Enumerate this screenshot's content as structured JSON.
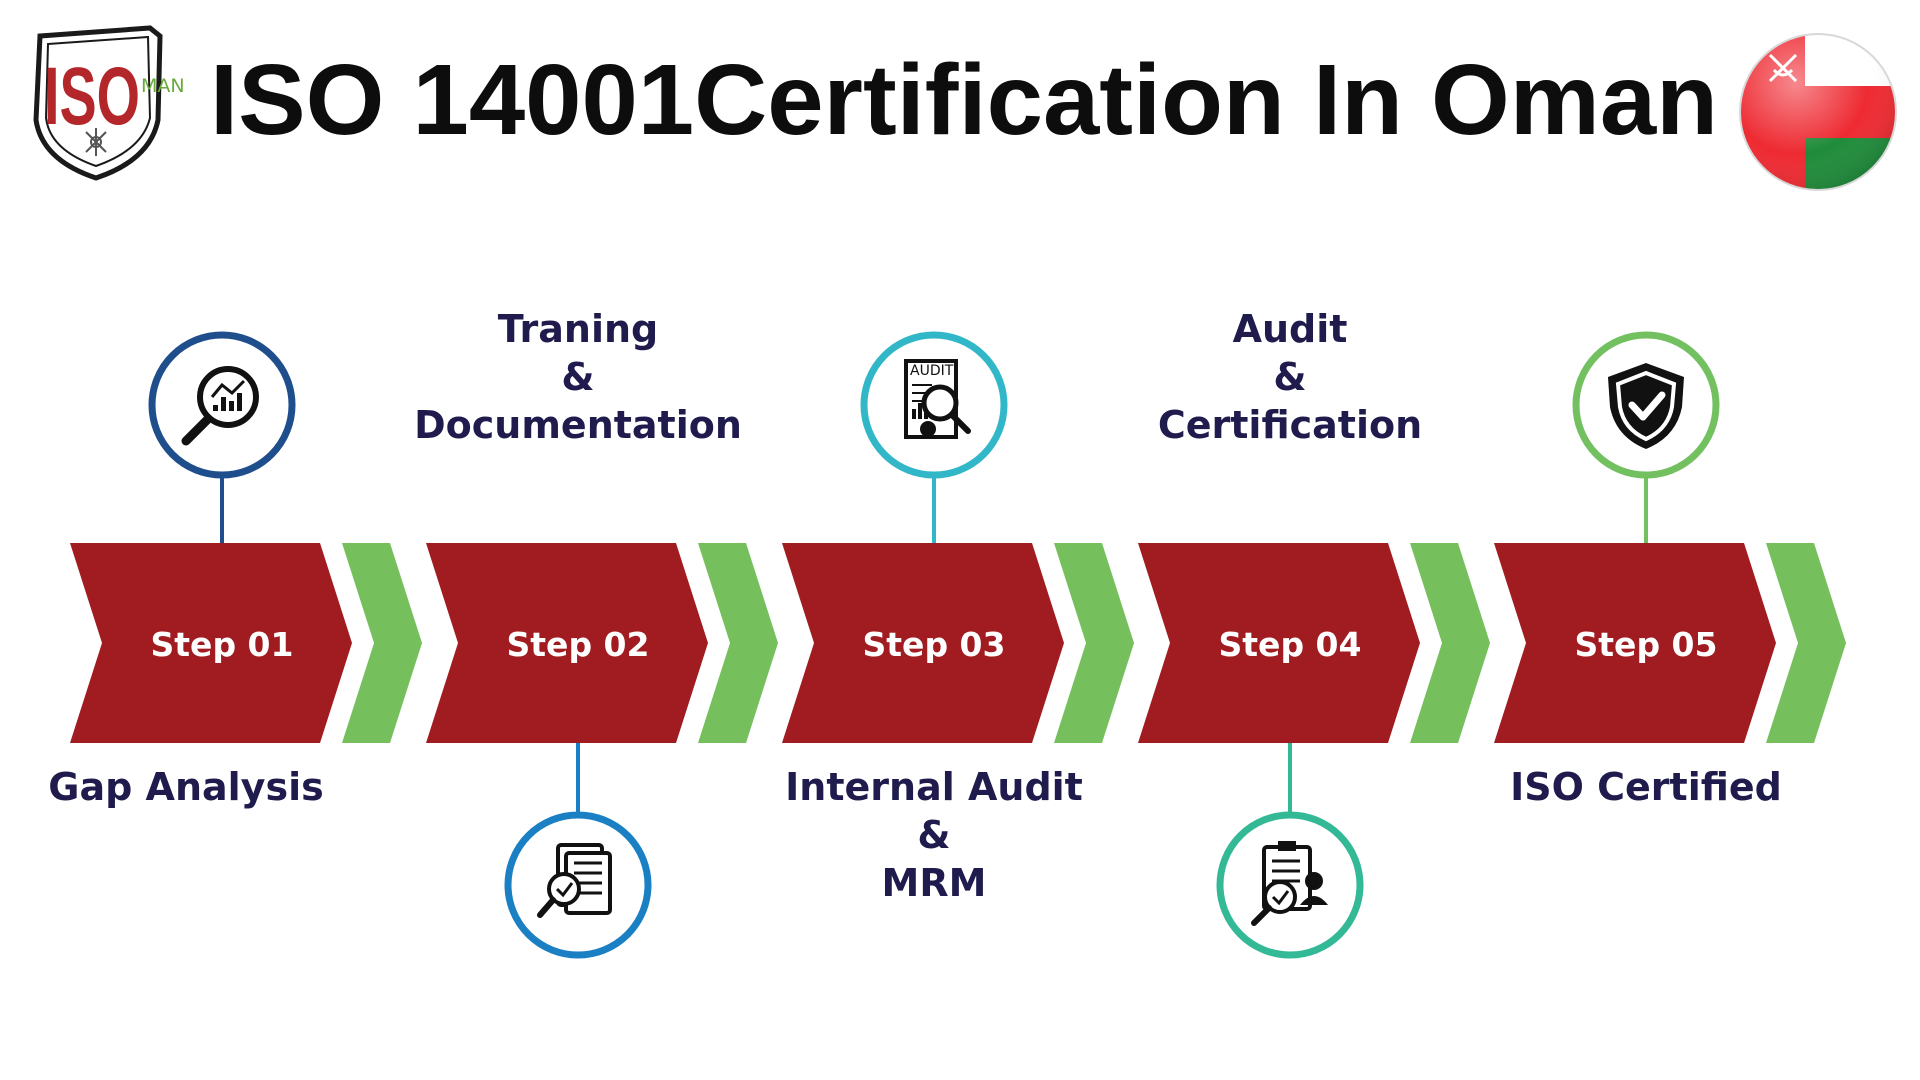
{
  "title": "ISO 14001Certification In Oman",
  "logo": {
    "main_text": "ISO",
    "small_text": "MAN",
    "icon": "shield-logo-icon"
  },
  "flag_icon": "oman-flag-icon",
  "colors": {
    "arrow_red": "#a11c21",
    "chevron_green": "#75c05d",
    "title_black": "#0d0d0d",
    "label_navy": "#1f1b4d",
    "step_text": "#ffffff",
    "logo_red": "#b3262a",
    "logo_green": "#6aaa3a"
  },
  "steps": [
    {
      "label": "Step 01",
      "caption": [
        "Gap Analysis"
      ],
      "icon": "magnifier-chart-icon",
      "ring_color": "#1f4e8c"
    },
    {
      "label": "Step 02",
      "caption": [
        "Traning",
        "&",
        "Documentation"
      ],
      "icon": "document-check-icon",
      "ring_color": "#1b7fc4"
    },
    {
      "label": "Step 03",
      "caption": [
        "Internal Audit",
        "&",
        "MRM"
      ],
      "icon": "audit-report-icon",
      "ring_color": "#32b7c9",
      "icon_text": "AUDIT"
    },
    {
      "label": "Step 04",
      "caption": [
        "Audit",
        "&",
        "Certification"
      ],
      "icon": "clipboard-inspection-icon",
      "ring_color": "#33b995"
    },
    {
      "label": "Step 05",
      "caption": [
        "ISO Certified"
      ],
      "icon": "shield-check-icon",
      "ring_color": "#72c05f"
    }
  ]
}
